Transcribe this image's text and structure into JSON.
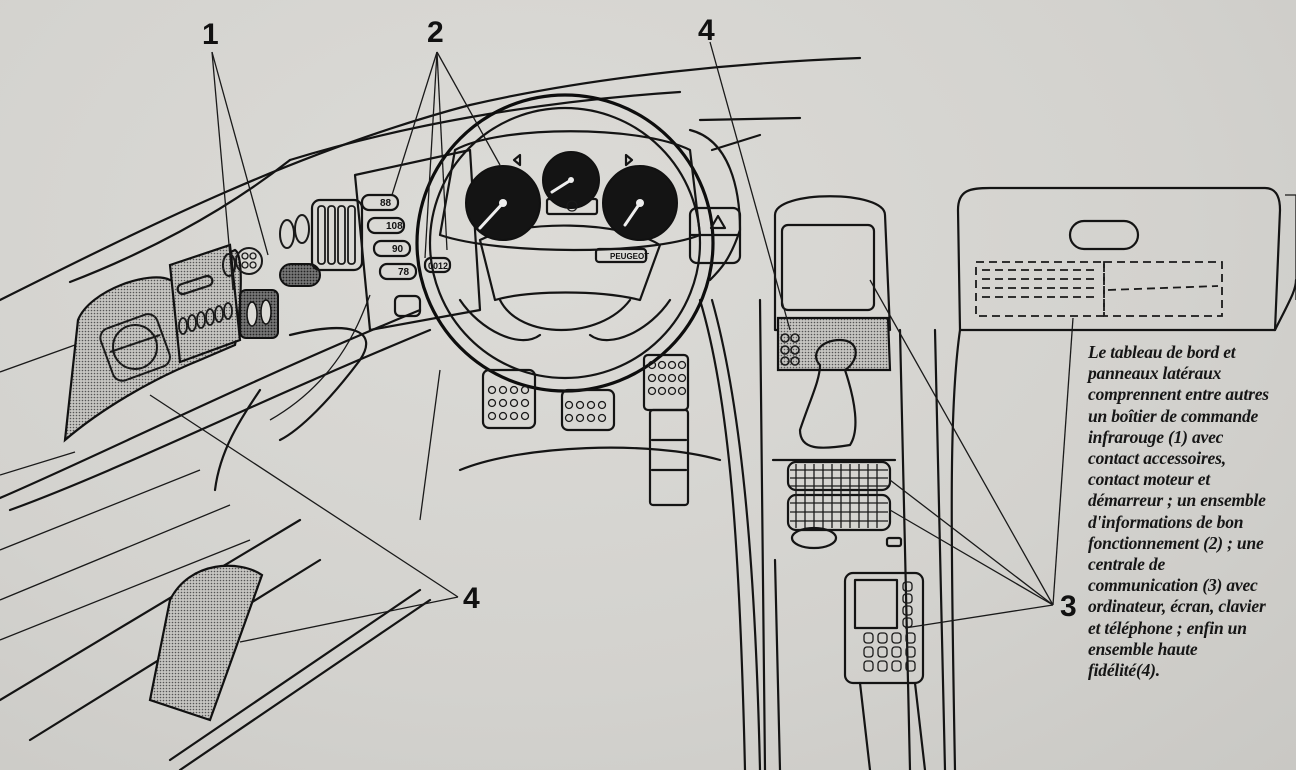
{
  "figure": {
    "subject": "Peugeot dashboard and centre console illustration",
    "brand_badge": "PEUGEOT",
    "callouts": [
      {
        "id": "1",
        "label": "1",
        "refers_to": "infrared control unit"
      },
      {
        "id": "2",
        "label": "2",
        "refers_to": "operating information display"
      },
      {
        "id": "3",
        "label": "3",
        "refers_to": "communication centre"
      },
      {
        "id": "4a",
        "label": "4",
        "refers_to": "hi-fi system"
      },
      {
        "id": "4b",
        "label": "4",
        "refers_to": "hi-fi system"
      }
    ],
    "left_display_readouts": [
      "88",
      "108",
      "90",
      "78"
    ],
    "clock_readout": "00:12",
    "hazard_button_glyph": "⚠",
    "caption_lines": [
      "Le tableau de bord et",
      "panneaux latéraux",
      "comprennent entre autres",
      "un boîtier de commande",
      "infrarouge (1) avec",
      "contact accessoires,",
      "contact moteur et",
      "démarreur ; un ensemble",
      "d'informations de bon",
      "fonctionnement (2) ; une",
      "centrale de",
      "communication (3) avec",
      "ordinateur, écran, clavier",
      "et téléphone ; enfin un",
      "ensemble haute",
      "fidélité(4)."
    ]
  },
  "colors": {
    "paper": "#d6d5d1",
    "ink": "#141414"
  }
}
